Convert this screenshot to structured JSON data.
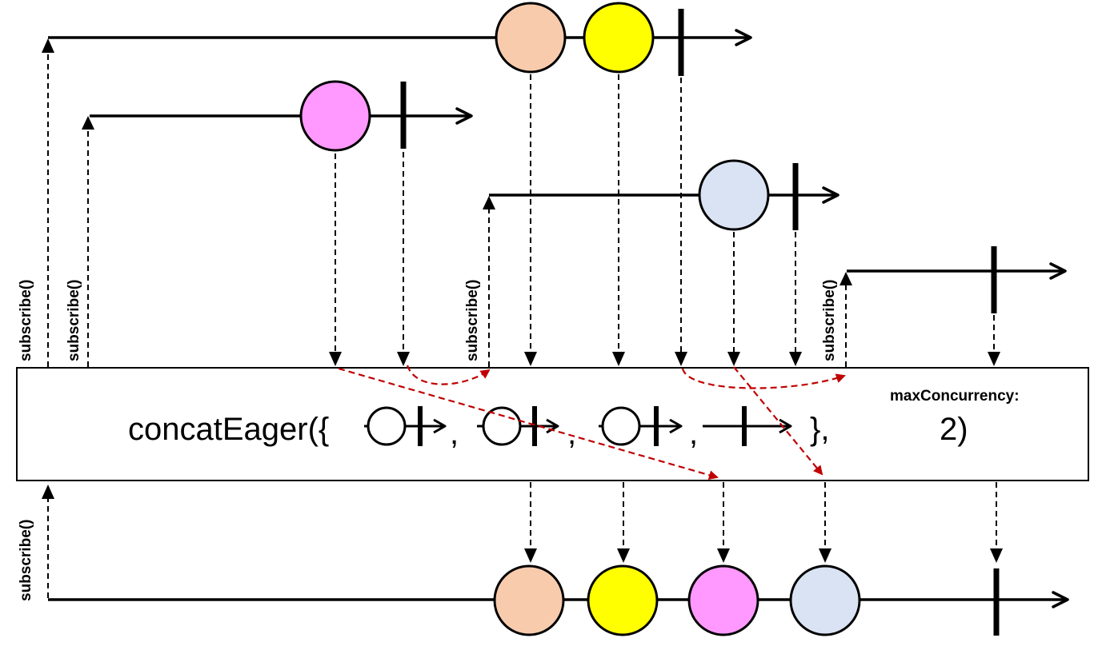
{
  "labels": {
    "subscribe": "subscribe()",
    "operator": "concatEager({",
    "sep1": ",",
    "sep2": ",",
    "sep3": ",",
    "close_brace": "},",
    "param_name": "maxConcurrency:",
    "param_value": "2)"
  },
  "colors": {
    "peach": "#f8cbad",
    "yellow": "#ffff00",
    "pink": "#ff99ff",
    "lightblue": "#dae3f3",
    "red_arrow": "#c00000",
    "line": "#000000"
  },
  "icons": {
    "circle_marble": "circle",
    "completion_marker": "vertical-bar",
    "arrow_head": "triangle"
  }
}
